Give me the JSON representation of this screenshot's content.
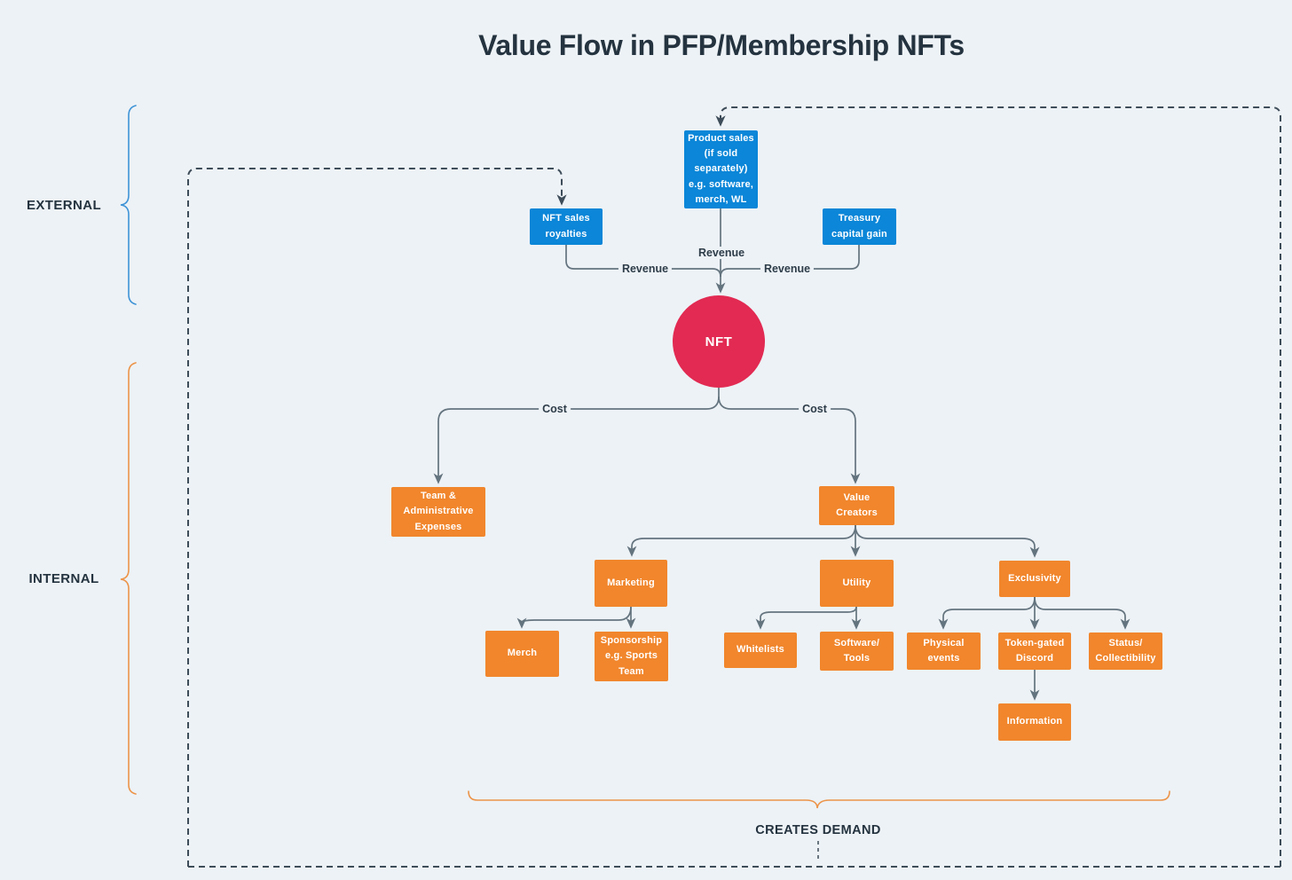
{
  "title": "Value Flow in PFP/Membership NFTs",
  "sections": {
    "external": "EXTERNAL",
    "internal": "INTERNAL",
    "creates_demand": "CREATES DEMAND"
  },
  "edge_labels": {
    "revenue": "Revenue",
    "cost": "Cost"
  },
  "nodes": {
    "product_sales": "Product sales\n(if sold\nseparately)\ne.g. software,\nmerch, WL",
    "nft_sales_royalties": "NFT sales\nroyalties",
    "treasury_capital_gain": "Treasury\ncapital gain",
    "nft": "NFT",
    "team_admin_expenses": "Team &\nAdministrative\nExpenses",
    "value_creators": "Value\nCreators",
    "marketing": "Marketing",
    "utility": "Utility",
    "exclusivity": "Exclusivity",
    "merch": "Merch",
    "sponsorship": "Sponsorship\ne.g. Sports\nTeam",
    "whitelists": "Whitelists",
    "software_tools": "Software/\nTools",
    "physical_events": "Physical\nevents",
    "token_gated_discord": "Token-gated\nDiscord",
    "status_collectibility": "Status/\nCollectibility",
    "information": "Information"
  },
  "edges": [
    {
      "from": "product_sales",
      "to": "nft",
      "label": "Revenue"
    },
    {
      "from": "nft_sales_royalties",
      "to": "nft",
      "label": "Revenue"
    },
    {
      "from": "treasury_capital_gain",
      "to": "nft",
      "label": "Revenue"
    },
    {
      "from": "nft",
      "to": "team_admin_expenses",
      "label": "Cost"
    },
    {
      "from": "nft",
      "to": "value_creators",
      "label": "Cost"
    },
    {
      "from": "value_creators",
      "to": "marketing",
      "label": ""
    },
    {
      "from": "value_creators",
      "to": "utility",
      "label": ""
    },
    {
      "from": "value_creators",
      "to": "exclusivity",
      "label": ""
    },
    {
      "from": "marketing",
      "to": "merch",
      "label": ""
    },
    {
      "from": "marketing",
      "to": "sponsorship",
      "label": ""
    },
    {
      "from": "utility",
      "to": "whitelists",
      "label": ""
    },
    {
      "from": "utility",
      "to": "software_tools",
      "label": ""
    },
    {
      "from": "exclusivity",
      "to": "physical_events",
      "label": ""
    },
    {
      "from": "exclusivity",
      "to": "token_gated_discord",
      "label": ""
    },
    {
      "from": "exclusivity",
      "to": "status_collectibility",
      "label": ""
    },
    {
      "from": "token_gated_discord",
      "to": "information",
      "label": ""
    },
    {
      "from": "creates_demand_loop_left",
      "to": "nft_sales_royalties",
      "label": "dashed feedback"
    },
    {
      "from": "creates_demand_loop_right",
      "to": "product_sales",
      "label": "dashed feedback"
    }
  ],
  "colors": {
    "background": "#edf2f6",
    "blue": "#0b86d8",
    "orange": "#f1862c",
    "red": "#e22a52",
    "line": "#64747f",
    "dashed": "#3e4d59",
    "text_dark": "#24333f",
    "brace_blue": "#3e93d6",
    "brace_orange": "#ec9449"
  }
}
